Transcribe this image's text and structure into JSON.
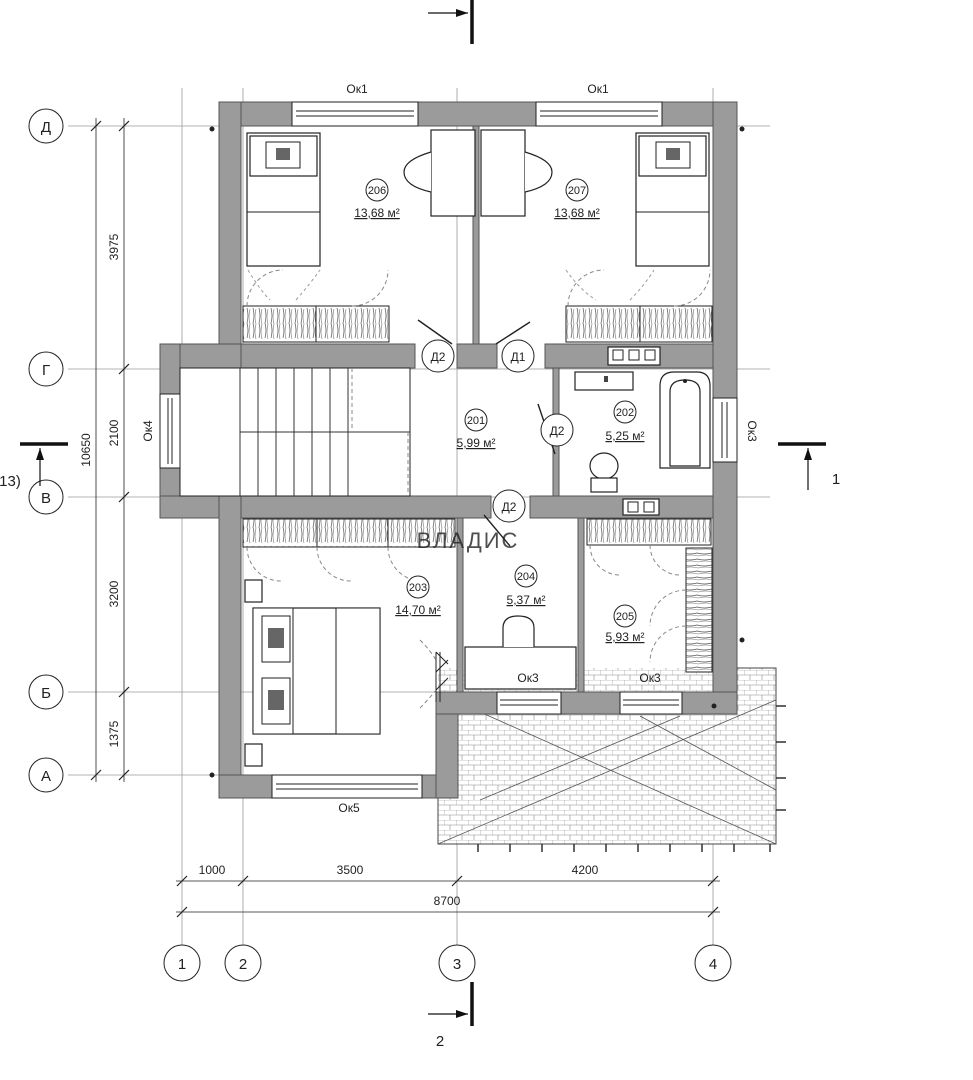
{
  "axes_letters": [
    "Д",
    "Г",
    "В",
    "Б",
    "А"
  ],
  "axes_numbers": [
    "1",
    "2",
    "3",
    "4"
  ],
  "dims_left": [
    "3975",
    "2100",
    "3200",
    "1375",
    "10650"
  ],
  "dims_bottom": [
    "1000",
    "3500",
    "4200",
    "8700"
  ],
  "rooms": [
    {
      "num": "206",
      "area": "13,68 м²"
    },
    {
      "num": "207",
      "area": "13,68 м²"
    },
    {
      "num": "201",
      "area": "5,99 м²"
    },
    {
      "num": "202",
      "area": "5,25 м²"
    },
    {
      "num": "203",
      "area": "14,70 м²"
    },
    {
      "num": "204",
      "area": "5,37 м²"
    },
    {
      "num": "205",
      "area": "5,93 м²"
    }
  ],
  "doors": [
    "Д2",
    "Д1",
    "Д2",
    "Д2"
  ],
  "windows": [
    "Ок1",
    "Ок1",
    "Ок4",
    "Ок3",
    "Ок3",
    "Ок3",
    "Ок5"
  ],
  "section_marks": [
    "1",
    "13)",
    "2"
  ],
  "watermark": "ВЛАДИС"
}
